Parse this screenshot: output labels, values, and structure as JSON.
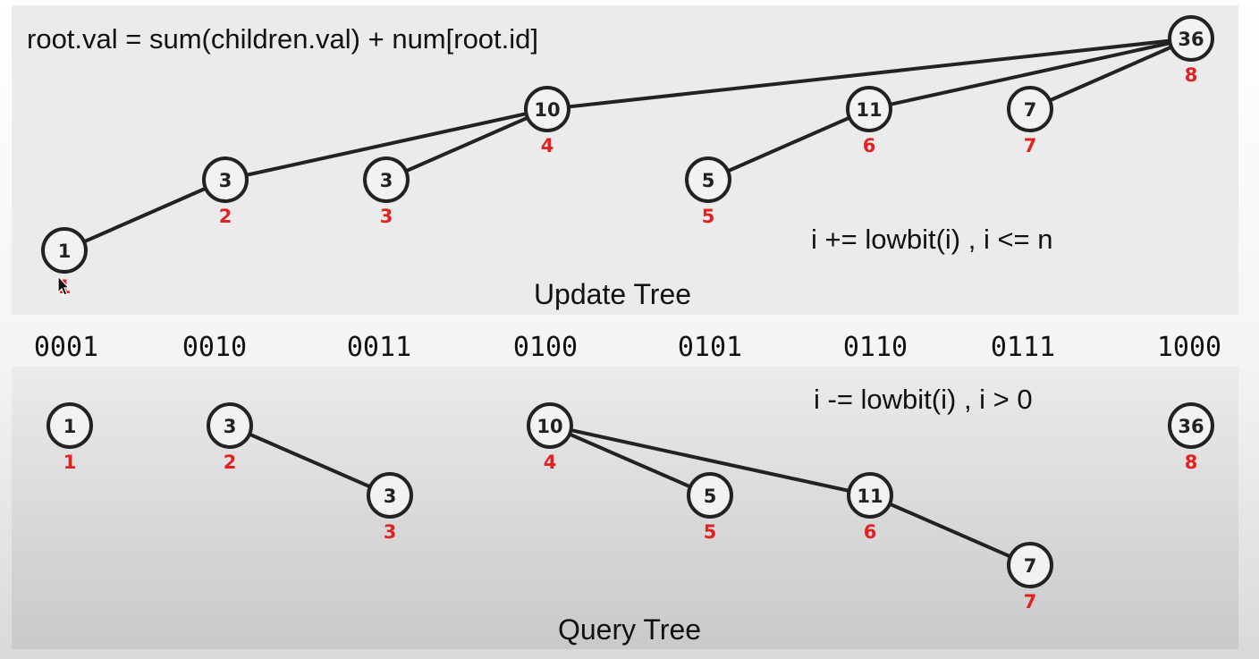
{
  "update_tree": {
    "title": "Update Tree",
    "formula": "root.val = sum(children.val) + num[root.id]",
    "rule": "i += lowbit(i) , i <= n",
    "nodes": [
      {
        "id": "1",
        "val": "1",
        "idx": "1"
      },
      {
        "id": "2",
        "val": "3",
        "idx": "2"
      },
      {
        "id": "3",
        "val": "3",
        "idx": "3"
      },
      {
        "id": "4",
        "val": "10",
        "idx": "4"
      },
      {
        "id": "5",
        "val": "5",
        "idx": "5"
      },
      {
        "id": "6",
        "val": "11",
        "idx": "6"
      },
      {
        "id": "7",
        "val": "7",
        "idx": "7"
      },
      {
        "id": "8",
        "val": "36",
        "idx": "8"
      }
    ],
    "edges": [
      [
        "1",
        "2"
      ],
      [
        "2",
        "4"
      ],
      [
        "3",
        "4"
      ],
      [
        "4",
        "8"
      ],
      [
        "5",
        "6"
      ],
      [
        "6",
        "8"
      ],
      [
        "7",
        "8"
      ]
    ]
  },
  "binary_labels": [
    "0001",
    "0010",
    "0011",
    "0100",
    "0101",
    "0110",
    "0111",
    "1000"
  ],
  "query_tree": {
    "title": "Query Tree",
    "rule": "i -= lowbit(i) , i > 0",
    "nodes": [
      {
        "id": "1",
        "val": "1",
        "idx": "1"
      },
      {
        "id": "2",
        "val": "3",
        "idx": "2"
      },
      {
        "id": "3",
        "val": "3",
        "idx": "3"
      },
      {
        "id": "4",
        "val": "10",
        "idx": "4"
      },
      {
        "id": "5",
        "val": "5",
        "idx": "5"
      },
      {
        "id": "6",
        "val": "11",
        "idx": "6"
      },
      {
        "id": "7",
        "val": "7",
        "idx": "7"
      },
      {
        "id": "8",
        "val": "36",
        "idx": "8"
      }
    ],
    "edges": [
      [
        "2",
        "3"
      ],
      [
        "4",
        "5"
      ],
      [
        "4",
        "6"
      ],
      [
        "6",
        "7"
      ]
    ]
  }
}
